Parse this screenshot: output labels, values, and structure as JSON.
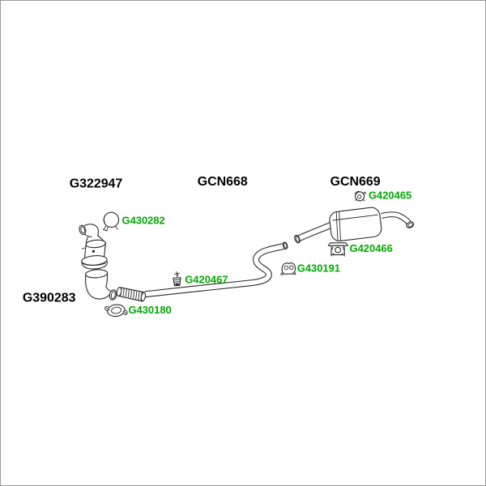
{
  "colors": {
    "line": "#2a2a2a",
    "group_label": "#000000",
    "part_label": "#00aa00",
    "background": "#ffffff",
    "frame_border": "#9b9b9b"
  },
  "groups": {
    "g322947": {
      "code": "G322947"
    },
    "gcn668": {
      "code": "GCN668"
    },
    "gcn669": {
      "code": "GCN669"
    },
    "g390283": {
      "code": "G390283"
    }
  },
  "parts": {
    "g430282": {
      "code": "G430282",
      "icon": "clamp-ring-icon"
    },
    "g420467": {
      "code": "G420467",
      "icon": "push-clip-icon"
    },
    "g430180": {
      "code": "G430180",
      "icon": "flange-clamp-icon"
    },
    "g430191": {
      "code": "G430191",
      "icon": "rubber-hanger-icon"
    },
    "g420466": {
      "code": "G420466",
      "icon": "mount-bracket-icon"
    },
    "g420465": {
      "code": "G420465",
      "icon": "grommet-hanger-icon"
    }
  }
}
